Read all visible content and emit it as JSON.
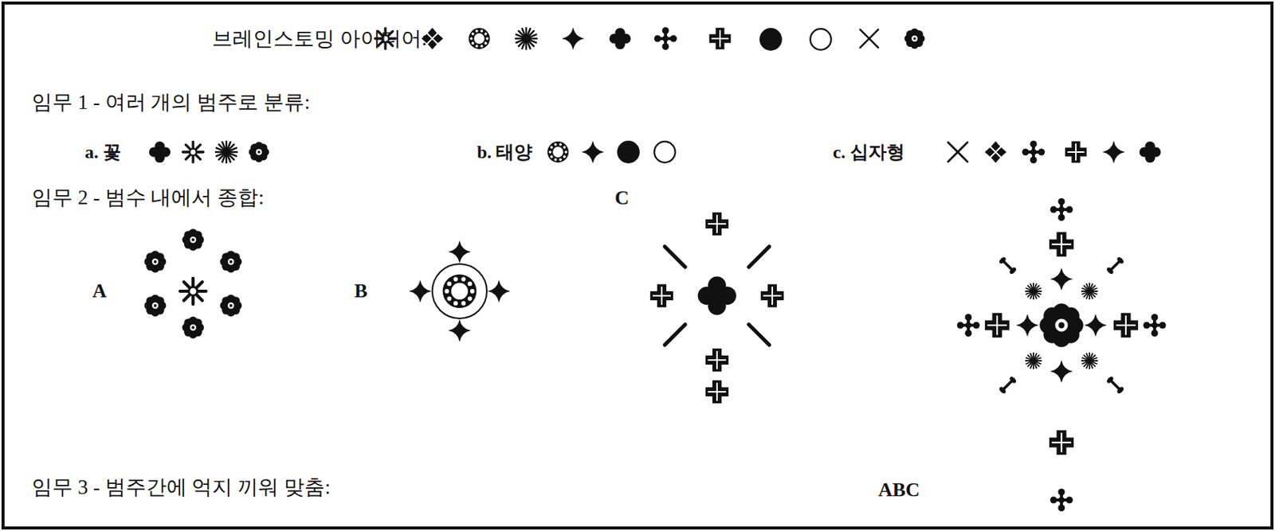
{
  "diagram": {
    "labels": [
      "브레인스토밍 아이디어:",
      "임무 1 - 여러 개의 범주로 분류:",
      "a. 꽃",
      "b. 태양",
      "c. 십자형",
      "임무 2 - 범수 내에서 종합:",
      "A",
      "B",
      "C",
      "임무 3 - 범주간에 억지 끼워 맞춤:",
      "ABC"
    ]
  }
}
